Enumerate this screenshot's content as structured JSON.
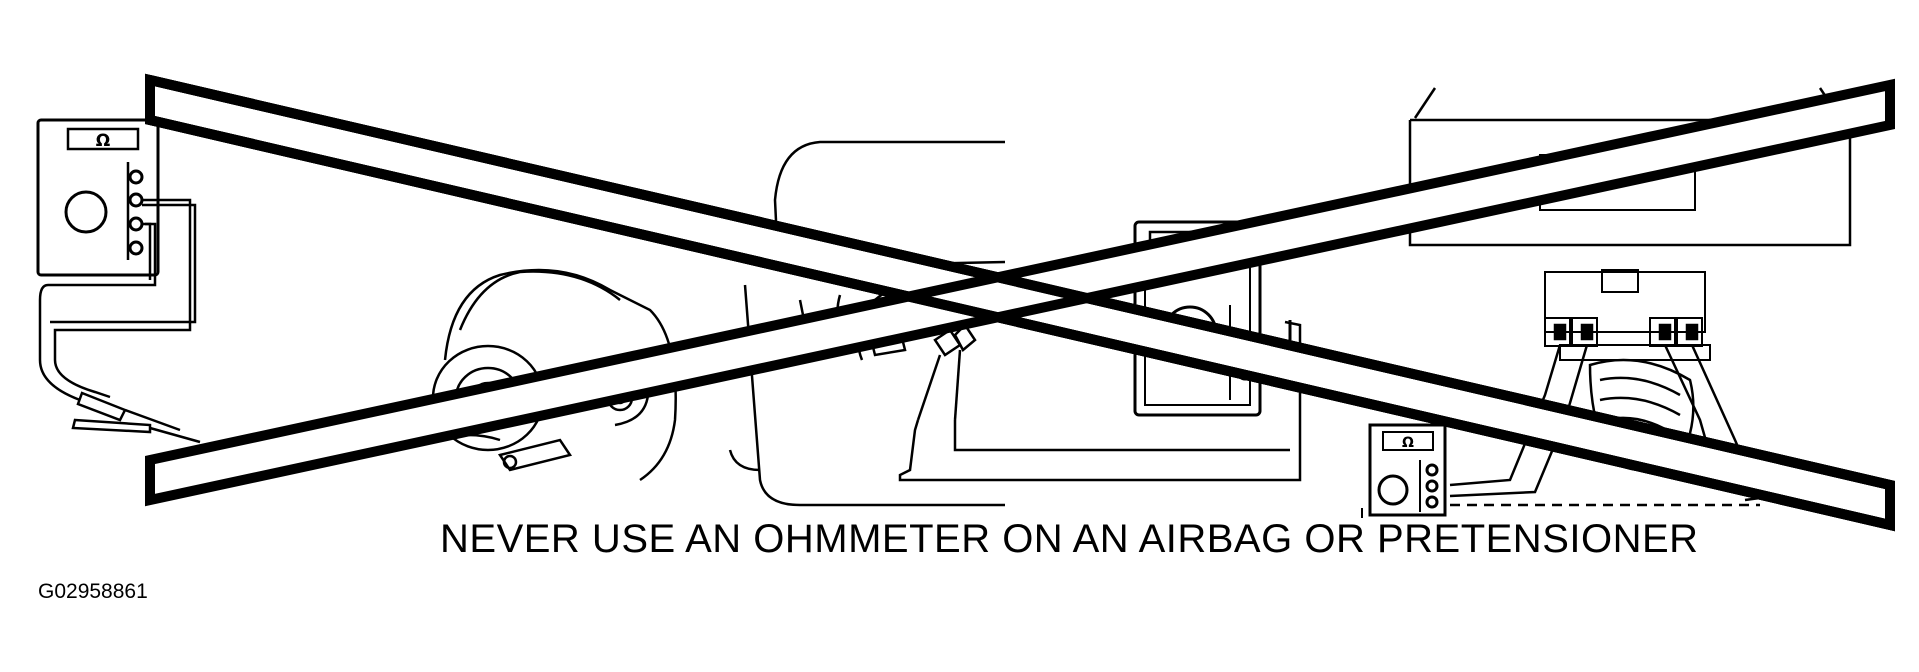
{
  "figure": {
    "caption": "NEVER USE AN OHMMETER ON AN AIRBAG OR PRETENSIONER",
    "figure_id": "G02958861",
    "meter_symbol": "Ω"
  },
  "colors": {
    "background": "#ffffff",
    "line": "#000000"
  },
  "icons": [
    "ohmmeter-icon",
    "steering-wheel-airbag",
    "dashboard-airbag",
    "seat-belt-pretensioner",
    "prohibition-cross"
  ]
}
